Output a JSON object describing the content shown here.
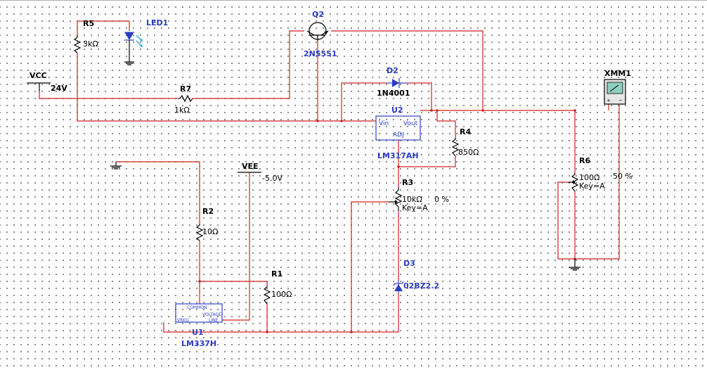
{
  "colors": {
    "wire": "#d02020",
    "component": "#000000",
    "label": "#2b3cc2",
    "grid": "#6c6c6c"
  },
  "components": {
    "r5": {
      "name": "R5",
      "value": "3kΩ"
    },
    "led1": {
      "name": "LED1"
    },
    "q2": {
      "name": "Q2",
      "part": "2N5551"
    },
    "vcc": {
      "name": "VCC",
      "value": "24V"
    },
    "r7": {
      "name": "R7",
      "value": "1kΩ"
    },
    "d2": {
      "name": "D2",
      "part": "1N4001"
    },
    "u2": {
      "name": "U2",
      "part": "LM317AH",
      "pin_vin": "Vin",
      "pin_vout": "Vout",
      "pin_adj": "ADJ"
    },
    "r4": {
      "name": "R4",
      "value": "850Ω"
    },
    "xmm1": {
      "name": "XMM1"
    },
    "r6": {
      "name": "R6",
      "value": "100Ω",
      "key": "Key=A",
      "percent": "50 %"
    },
    "vee": {
      "name": "VEE",
      "value": "-5.0V"
    },
    "r2": {
      "name": "R2",
      "value": "10Ω"
    },
    "r3": {
      "name": "R3",
      "value": "10kΩ",
      "key": "Key=A",
      "percent": "0 %"
    },
    "r1": {
      "name": "R1",
      "value": "100Ω"
    },
    "d3": {
      "name": "D3",
      "part": "02BZ2.2"
    },
    "u1": {
      "name": "U1",
      "part": "LM337H",
      "pin_common": "COMMON",
      "pin_voltage": "VOLTAGE",
      "pin_vreg": "VREG",
      "pin_line": "LINE"
    }
  }
}
